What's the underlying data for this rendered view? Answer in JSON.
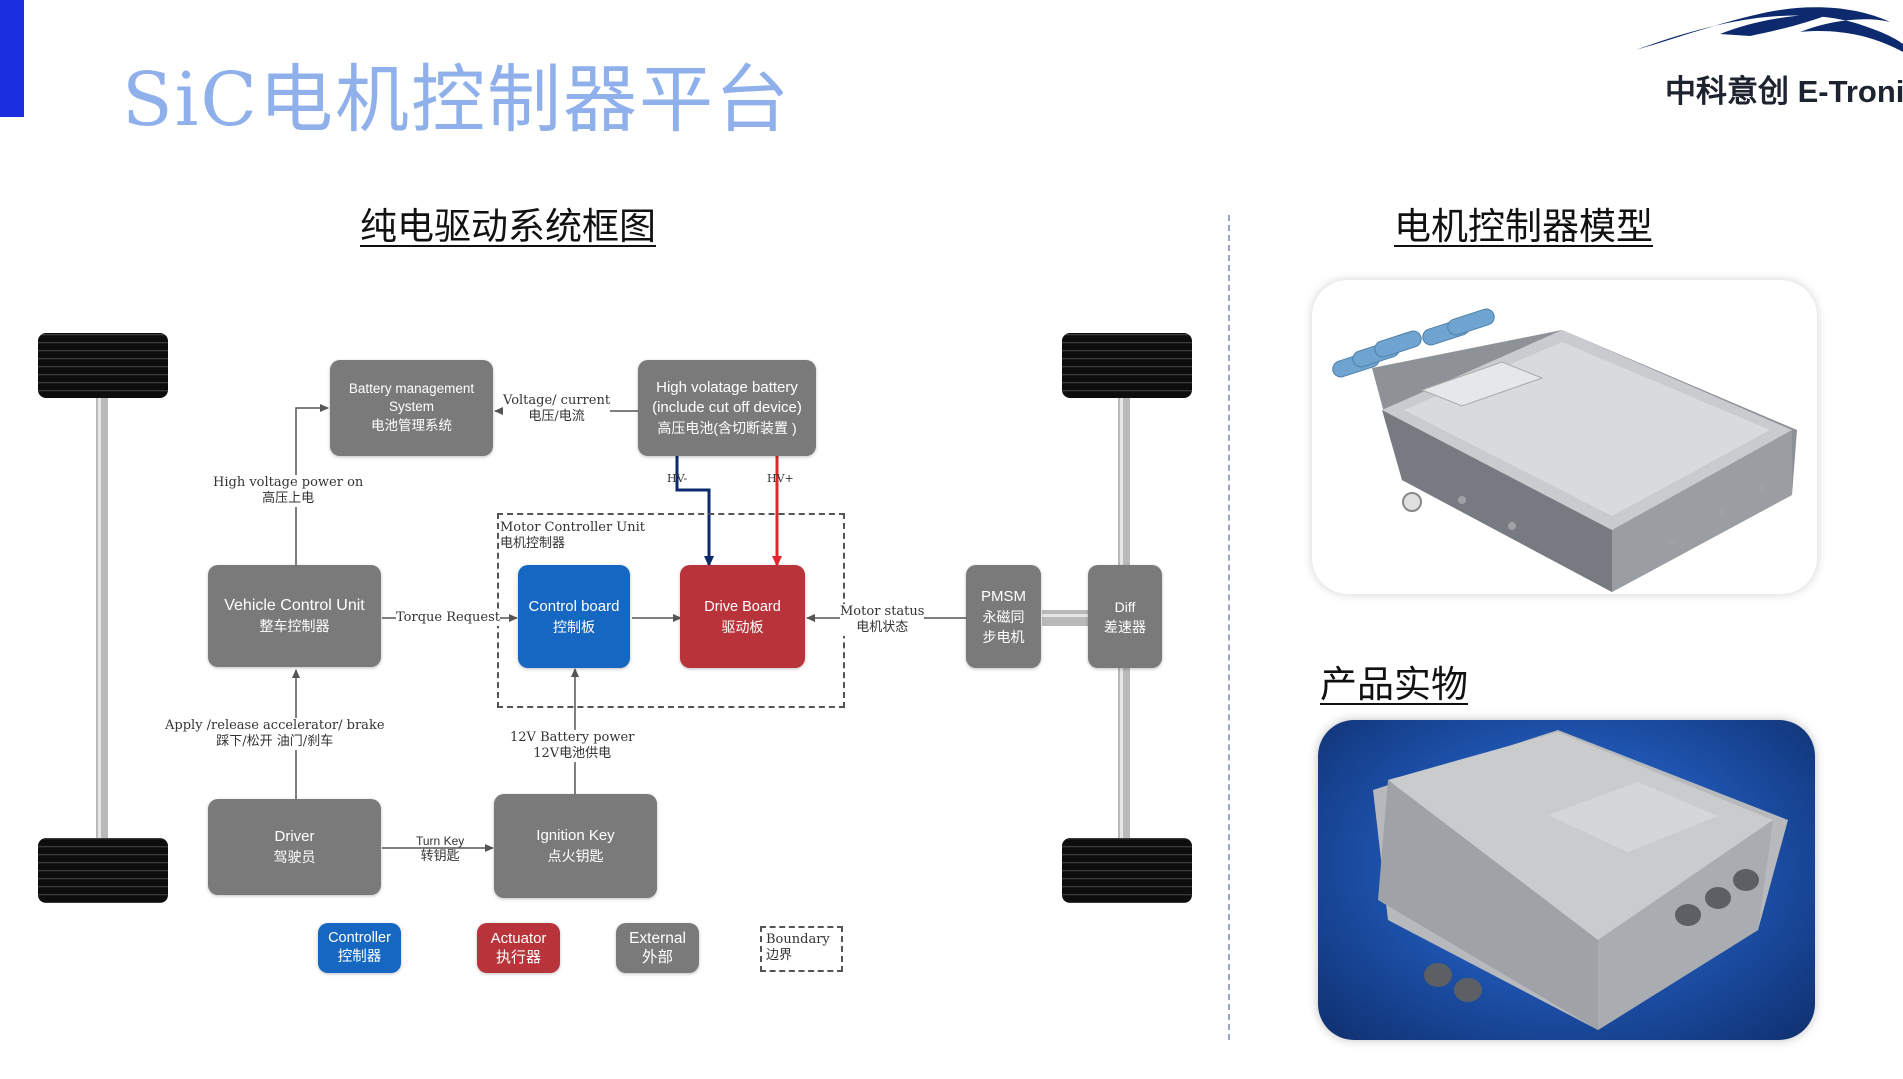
{
  "slide": {
    "title": "SiC电机控制器平台",
    "logo_text": "中科意创  E-Tronic"
  },
  "sections": {
    "diagram_title": "纯电驱动系统框图",
    "model_title": "电机控制器模型",
    "product_title": "产品实物"
  },
  "blocks": {
    "bms": {
      "en": "Battery management System",
      "zh": "电池管理系统"
    },
    "hv_battery": {
      "en": "High volatage battery (include cut off device)",
      "zh": "高压电池(含切断装置 )"
    },
    "vcu": {
      "en": "Vehicle Control Unit",
      "zh": "整车控制器"
    },
    "control_board": {
      "en": "Control board",
      "zh": "控制板"
    },
    "drive_board": {
      "en": "Drive Board",
      "zh": "驱动板"
    },
    "pmsm": {
      "en": "PMSM",
      "zh1": "永磁同",
      "zh2": "步电机"
    },
    "diff": {
      "en": "Diff",
      "zh": "差速器"
    },
    "driver": {
      "en": "Driver",
      "zh": "驾驶员"
    },
    "ignition": {
      "en": "Ignition Key",
      "zh": "点火钥匙"
    }
  },
  "labels": {
    "voltage_current": {
      "en": "Voltage/ current",
      "zh": "电压/电流"
    },
    "hv_power_on": {
      "en": "High voltage power on",
      "zh": "高压上电"
    },
    "mcu": {
      "en": "Motor Controller Unit",
      "zh": "电机控制器"
    },
    "torque_request": "Torque Request",
    "motor_status": {
      "en": "Motor status",
      "zh": "电机状态"
    },
    "hv_minus": "HV-",
    "hv_plus": "HV+",
    "apply_release": {
      "en": "Apply /release accelerator/ brake",
      "zh": "踩下/松开 油门/刹车"
    },
    "battery_12v": {
      "en": "12V Battery power",
      "zh": "12V电池供电"
    },
    "turn_key": {
      "en": "Turn Key",
      "zh": "转钥匙"
    }
  },
  "legend": {
    "controller": {
      "en": "Controller",
      "zh": "控制器"
    },
    "actuator": {
      "en": "Actuator",
      "zh": "执行器"
    },
    "external": {
      "en": "External",
      "zh": "外部"
    },
    "boundary": {
      "en": "Boundary",
      "zh": "边界"
    }
  },
  "colors": {
    "accent_bar": "#1a2ee0",
    "title": "#8fb0ea",
    "controller": "#1667c2",
    "actuator": "#b8333a",
    "external": "#7a7a7a",
    "hv_minus_line": "#0b2a6b",
    "hv_plus_line": "#e0262e"
  }
}
